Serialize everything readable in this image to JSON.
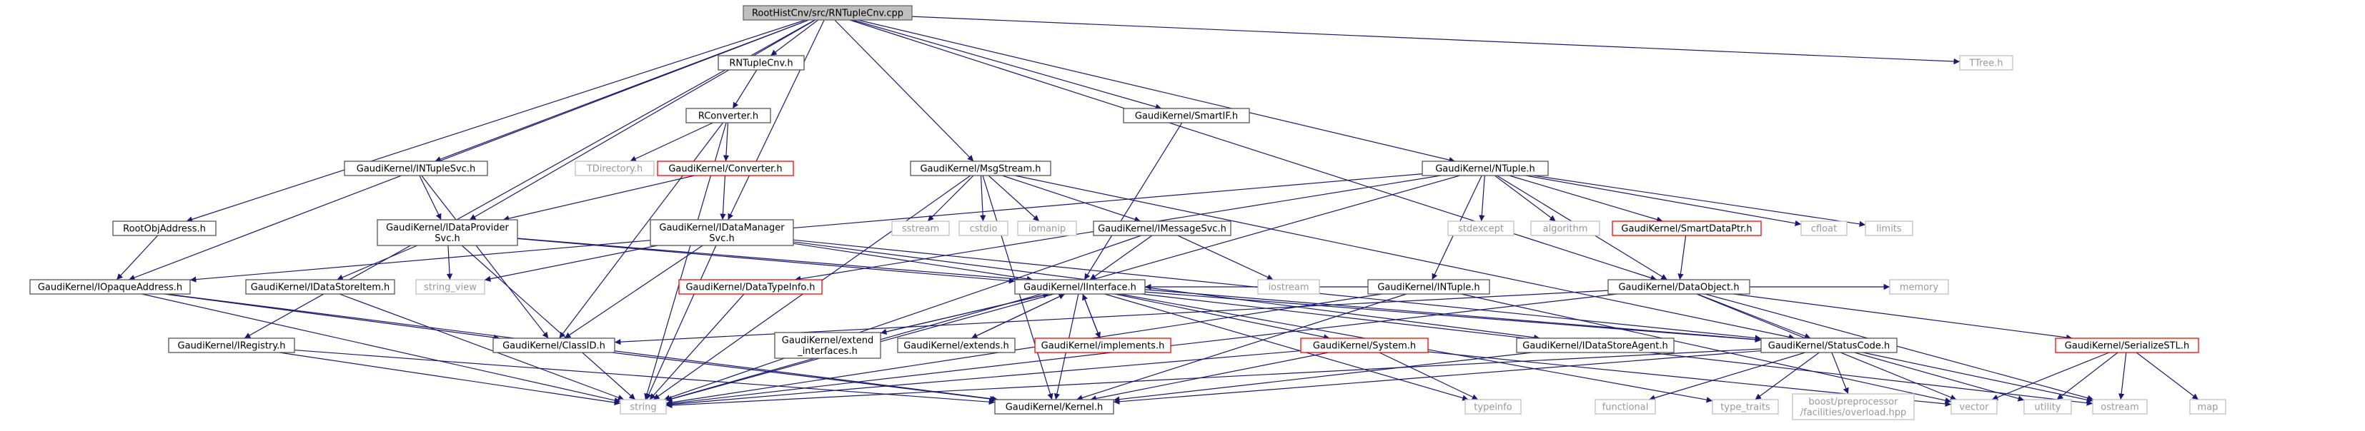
{
  "nodes": [
    {
      "id": "root",
      "label": [
        "RootHistCnv/src/RNTupleCnv.cpp"
      ],
      "kind": "root"
    },
    {
      "id": "rntuplecnv_h",
      "label": [
        "RNTupleCnv.h"
      ],
      "kind": "doc"
    },
    {
      "id": "ttree_h",
      "label": [
        "TTree.h"
      ],
      "kind": "ext"
    },
    {
      "id": "rconverter_h",
      "label": [
        "RConverter.h"
      ],
      "kind": "doc"
    },
    {
      "id": "gk_smartif",
      "label": [
        "GaudiKernel/SmartIF.h"
      ],
      "kind": "doc"
    },
    {
      "id": "gk_intuplesvc",
      "label": [
        "GaudiKernel/INTupleSvc.h"
      ],
      "kind": "doc"
    },
    {
      "id": "tdirectory_h",
      "label": [
        "TDirectory.h"
      ],
      "kind": "ext"
    },
    {
      "id": "gk_converter",
      "label": [
        "GaudiKernel/Converter.h"
      ],
      "kind": "red"
    },
    {
      "id": "gk_msgstream",
      "label": [
        "GaudiKernel/MsgStream.h"
      ],
      "kind": "doc"
    },
    {
      "id": "gk_ntuple",
      "label": [
        "GaudiKernel/NTuple.h"
      ],
      "kind": "doc"
    },
    {
      "id": "rootobjaddress",
      "label": [
        "RootObjAddress.h"
      ],
      "kind": "doc"
    },
    {
      "id": "gk_idataprovider",
      "label": [
        "GaudiKernel/IDataProvider",
        "Svc.h"
      ],
      "kind": "doc"
    },
    {
      "id": "gk_idatamanager",
      "label": [
        "GaudiKernel/IDataManager",
        "Svc.h"
      ],
      "kind": "doc"
    },
    {
      "id": "sstream",
      "label": [
        "sstream"
      ],
      "kind": "ext"
    },
    {
      "id": "cstdio",
      "label": [
        "cstdio"
      ],
      "kind": "ext"
    },
    {
      "id": "iomanip",
      "label": [
        "iomanip"
      ],
      "kind": "ext"
    },
    {
      "id": "gk_imessagesvc",
      "label": [
        "GaudiKernel/IMessageSvc.h"
      ],
      "kind": "doc"
    },
    {
      "id": "stdexcept",
      "label": [
        "stdexcept"
      ],
      "kind": "ext"
    },
    {
      "id": "algorithm",
      "label": [
        "algorithm"
      ],
      "kind": "ext"
    },
    {
      "id": "gk_smartdataptr",
      "label": [
        "GaudiKernel/SmartDataPtr.h"
      ],
      "kind": "red"
    },
    {
      "id": "cfloat",
      "label": [
        "cfloat"
      ],
      "kind": "ext"
    },
    {
      "id": "limits",
      "label": [
        "limits"
      ],
      "kind": "ext"
    },
    {
      "id": "gk_iopaqueaddress",
      "label": [
        "GaudiKernel/IOpaqueAddress.h"
      ],
      "kind": "doc"
    },
    {
      "id": "gk_idatastoreitem",
      "label": [
        "GaudiKernel/IDataStoreItem.h"
      ],
      "kind": "doc"
    },
    {
      "id": "string_view",
      "label": [
        "string_view"
      ],
      "kind": "ext"
    },
    {
      "id": "gk_datatypeinfo",
      "label": [
        "GaudiKernel/DataTypeInfo.h"
      ],
      "kind": "red"
    },
    {
      "id": "gk_iinterface",
      "label": [
        "GaudiKernel/IInterface.h"
      ],
      "kind": "doc"
    },
    {
      "id": "iostream",
      "label": [
        "iostream"
      ],
      "kind": "ext"
    },
    {
      "id": "gk_intuple",
      "label": [
        "GaudiKernel/INTuple.h"
      ],
      "kind": "doc"
    },
    {
      "id": "gk_dataobject",
      "label": [
        "GaudiKernel/DataObject.h"
      ],
      "kind": "doc"
    },
    {
      "id": "memory",
      "label": [
        "memory"
      ],
      "kind": "ext"
    },
    {
      "id": "gk_iregistry",
      "label": [
        "GaudiKernel/IRegistry.h"
      ],
      "kind": "doc"
    },
    {
      "id": "gk_classid",
      "label": [
        "GaudiKernel/ClassID.h"
      ],
      "kind": "doc"
    },
    {
      "id": "gk_extend_interfaces",
      "label": [
        "GaudiKernel/extend",
        "_interfaces.h"
      ],
      "kind": "doc"
    },
    {
      "id": "gk_extends",
      "label": [
        "GaudiKernel/extends.h"
      ],
      "kind": "doc"
    },
    {
      "id": "gk_implements",
      "label": [
        "GaudiKernel/implements.h"
      ],
      "kind": "red"
    },
    {
      "id": "gk_system",
      "label": [
        "GaudiKernel/System.h"
      ],
      "kind": "red"
    },
    {
      "id": "gk_idatastoreagent",
      "label": [
        "GaudiKernel/IDataStoreAgent.h"
      ],
      "kind": "doc"
    },
    {
      "id": "gk_statuscode",
      "label": [
        "GaudiKernel/StatusCode.h"
      ],
      "kind": "doc"
    },
    {
      "id": "gk_serializestl",
      "label": [
        "GaudiKernel/SerializeSTL.h"
      ],
      "kind": "red"
    },
    {
      "id": "string",
      "label": [
        "string"
      ],
      "kind": "ext"
    },
    {
      "id": "gk_kernel",
      "label": [
        "GaudiKernel/Kernel.h"
      ],
      "kind": "doc"
    },
    {
      "id": "typeinfo",
      "label": [
        "typeinfo"
      ],
      "kind": "ext"
    },
    {
      "id": "functional",
      "label": [
        "functional"
      ],
      "kind": "ext"
    },
    {
      "id": "type_traits",
      "label": [
        "type_traits"
      ],
      "kind": "ext"
    },
    {
      "id": "boost_overload",
      "label": [
        "boost/preprocessor",
        "/facilities/overload.hpp"
      ],
      "kind": "ext"
    },
    {
      "id": "vector",
      "label": [
        "vector"
      ],
      "kind": "ext"
    },
    {
      "id": "utility",
      "label": [
        "utility"
      ],
      "kind": "ext"
    },
    {
      "id": "ostream",
      "label": [
        "ostream"
      ],
      "kind": "ext"
    },
    {
      "id": "map",
      "label": [
        "map"
      ],
      "kind": "ext"
    }
  ],
  "edges": [
    [
      "root",
      "rntuplecnv_h"
    ],
    [
      "root",
      "ttree_h"
    ],
    [
      "root",
      "gk_smartif"
    ],
    [
      "root",
      "gk_intuplesvc"
    ],
    [
      "root",
      "gk_msgstream"
    ],
    [
      "root",
      "gk_ntuple"
    ],
    [
      "root",
      "rootobjaddress"
    ],
    [
      "root",
      "gk_idataprovider"
    ],
    [
      "root",
      "gk_idatamanager"
    ],
    [
      "root",
      "gk_iopaqueaddress"
    ],
    [
      "root",
      "gk_iregistry"
    ],
    [
      "root",
      "gk_dataobject"
    ],
    [
      "rntuplecnv_h",
      "rconverter_h"
    ],
    [
      "rconverter_h",
      "tdirectory_h"
    ],
    [
      "rconverter_h",
      "gk_converter"
    ],
    [
      "rconverter_h",
      "string"
    ],
    [
      "rconverter_h",
      "gk_classid"
    ],
    [
      "gk_smartif",
      "gk_iinterface"
    ],
    [
      "gk_intuplesvc",
      "gk_idataprovider"
    ],
    [
      "gk_intuplesvc",
      "gk_classid"
    ],
    [
      "gk_converter",
      "gk_idataprovider"
    ],
    [
      "gk_converter",
      "gk_idatamanager"
    ],
    [
      "gk_msgstream",
      "gk_imessagesvc"
    ],
    [
      "gk_msgstream",
      "sstream"
    ],
    [
      "gk_msgstream",
      "cstdio"
    ],
    [
      "gk_msgstream",
      "iomanip"
    ],
    [
      "gk_msgstream",
      "string"
    ],
    [
      "gk_msgstream",
      "gk_statuscode"
    ],
    [
      "gk_msgstream",
      "gk_kernel"
    ],
    [
      "gk_ntuple",
      "stdexcept"
    ],
    [
      "gk_ntuple",
      "algorithm"
    ],
    [
      "gk_ntuple",
      "gk_smartdataptr"
    ],
    [
      "gk_ntuple",
      "cfloat"
    ],
    [
      "gk_ntuple",
      "limits"
    ],
    [
      "gk_ntuple",
      "gk_intuple"
    ],
    [
      "gk_ntuple",
      "gk_dataobject"
    ],
    [
      "gk_ntuple",
      "gk_datatypeinfo"
    ],
    [
      "gk_ntuple",
      "gk_iopaqueaddress"
    ],
    [
      "gk_ntuple",
      "string"
    ],
    [
      "rootobjaddress",
      "gk_iopaqueaddress"
    ],
    [
      "gk_idataprovider",
      "gk_idatastoreitem"
    ],
    [
      "gk_idataprovider",
      "string_view"
    ],
    [
      "gk_idataprovider",
      "gk_iinterface"
    ],
    [
      "gk_idataprovider",
      "string"
    ],
    [
      "gk_idataprovider",
      "gk_statuscode"
    ],
    [
      "gk_idatamanager",
      "gk_classid"
    ],
    [
      "gk_idatamanager",
      "string_view"
    ],
    [
      "gk_idatamanager",
      "gk_iinterface"
    ],
    [
      "gk_idatamanager",
      "string"
    ],
    [
      "gk_idatamanager",
      "gk_idatastoreagent"
    ],
    [
      "gk_idatamanager",
      "gk_statuscode"
    ],
    [
      "gk_imessagesvc",
      "iostream"
    ],
    [
      "gk_imessagesvc",
      "gk_iinterface"
    ],
    [
      "gk_imessagesvc",
      "string"
    ],
    [
      "gk_smartdataptr",
      "gk_dataobject"
    ],
    [
      "gk_iopaqueaddress",
      "gk_classid"
    ],
    [
      "gk_iopaqueaddress",
      "string"
    ],
    [
      "gk_iopaqueaddress",
      "gk_kernel"
    ],
    [
      "gk_idatastoreitem",
      "string"
    ],
    [
      "gk_datatypeinfo",
      "string"
    ],
    [
      "gk_iinterface",
      "gk_extend_interfaces"
    ],
    [
      "gk_iinterface",
      "gk_extends"
    ],
    [
      "gk_iinterface",
      "gk_implements"
    ],
    [
      "gk_iinterface",
      "gk_system"
    ],
    [
      "gk_iinterface",
      "gk_statuscode"
    ],
    [
      "gk_iinterface",
      "typeinfo"
    ],
    [
      "gk_iinterface",
      "ostream"
    ],
    [
      "gk_iinterface",
      "type_traits"
    ],
    [
      "gk_iinterface",
      "gk_kernel"
    ],
    [
      "gk_iinterface",
      "string"
    ],
    [
      "gk_extend_interfaces",
      "gk_iinterface"
    ],
    [
      "gk_extends",
      "gk_iinterface"
    ],
    [
      "gk_implements",
      "gk_iinterface"
    ],
    [
      "gk_intuple",
      "gk_iinterface"
    ],
    [
      "gk_intuple",
      "gk_kernel"
    ],
    [
      "gk_intuple",
      "string"
    ],
    [
      "gk_intuple",
      "vector"
    ],
    [
      "gk_dataobject",
      "gk_classid"
    ],
    [
      "gk_dataobject",
      "gk_statuscode"
    ],
    [
      "gk_dataobject",
      "gk_serializestl"
    ],
    [
      "gk_dataobject",
      "memory"
    ],
    [
      "gk_dataobject",
      "string"
    ],
    [
      "gk_dataobject",
      "vector"
    ],
    [
      "gk_dataobject",
      "ostream"
    ],
    [
      "gk_iregistry",
      "string"
    ],
    [
      "gk_iregistry",
      "gk_kernel"
    ],
    [
      "gk_classid",
      "gk_kernel"
    ],
    [
      "gk_system",
      "gk_kernel"
    ],
    [
      "gk_system",
      "string"
    ],
    [
      "gk_system",
      "typeinfo"
    ],
    [
      "gk_system",
      "vector"
    ],
    [
      "gk_idatastoreagent",
      "gk_kernel"
    ],
    [
      "gk_statuscode",
      "gk_kernel"
    ],
    [
      "gk_statuscode",
      "functional"
    ],
    [
      "gk_statuscode",
      "type_traits"
    ],
    [
      "gk_statuscode",
      "boost_overload"
    ],
    [
      "gk_statuscode",
      "ostream"
    ],
    [
      "gk_statuscode",
      "utility"
    ],
    [
      "gk_statuscode",
      "string"
    ],
    [
      "gk_serializestl",
      "vector"
    ],
    [
      "gk_serializestl",
      "utility"
    ],
    [
      "gk_serializestl",
      "ostream"
    ],
    [
      "gk_serializestl",
      "map"
    ]
  ]
}
